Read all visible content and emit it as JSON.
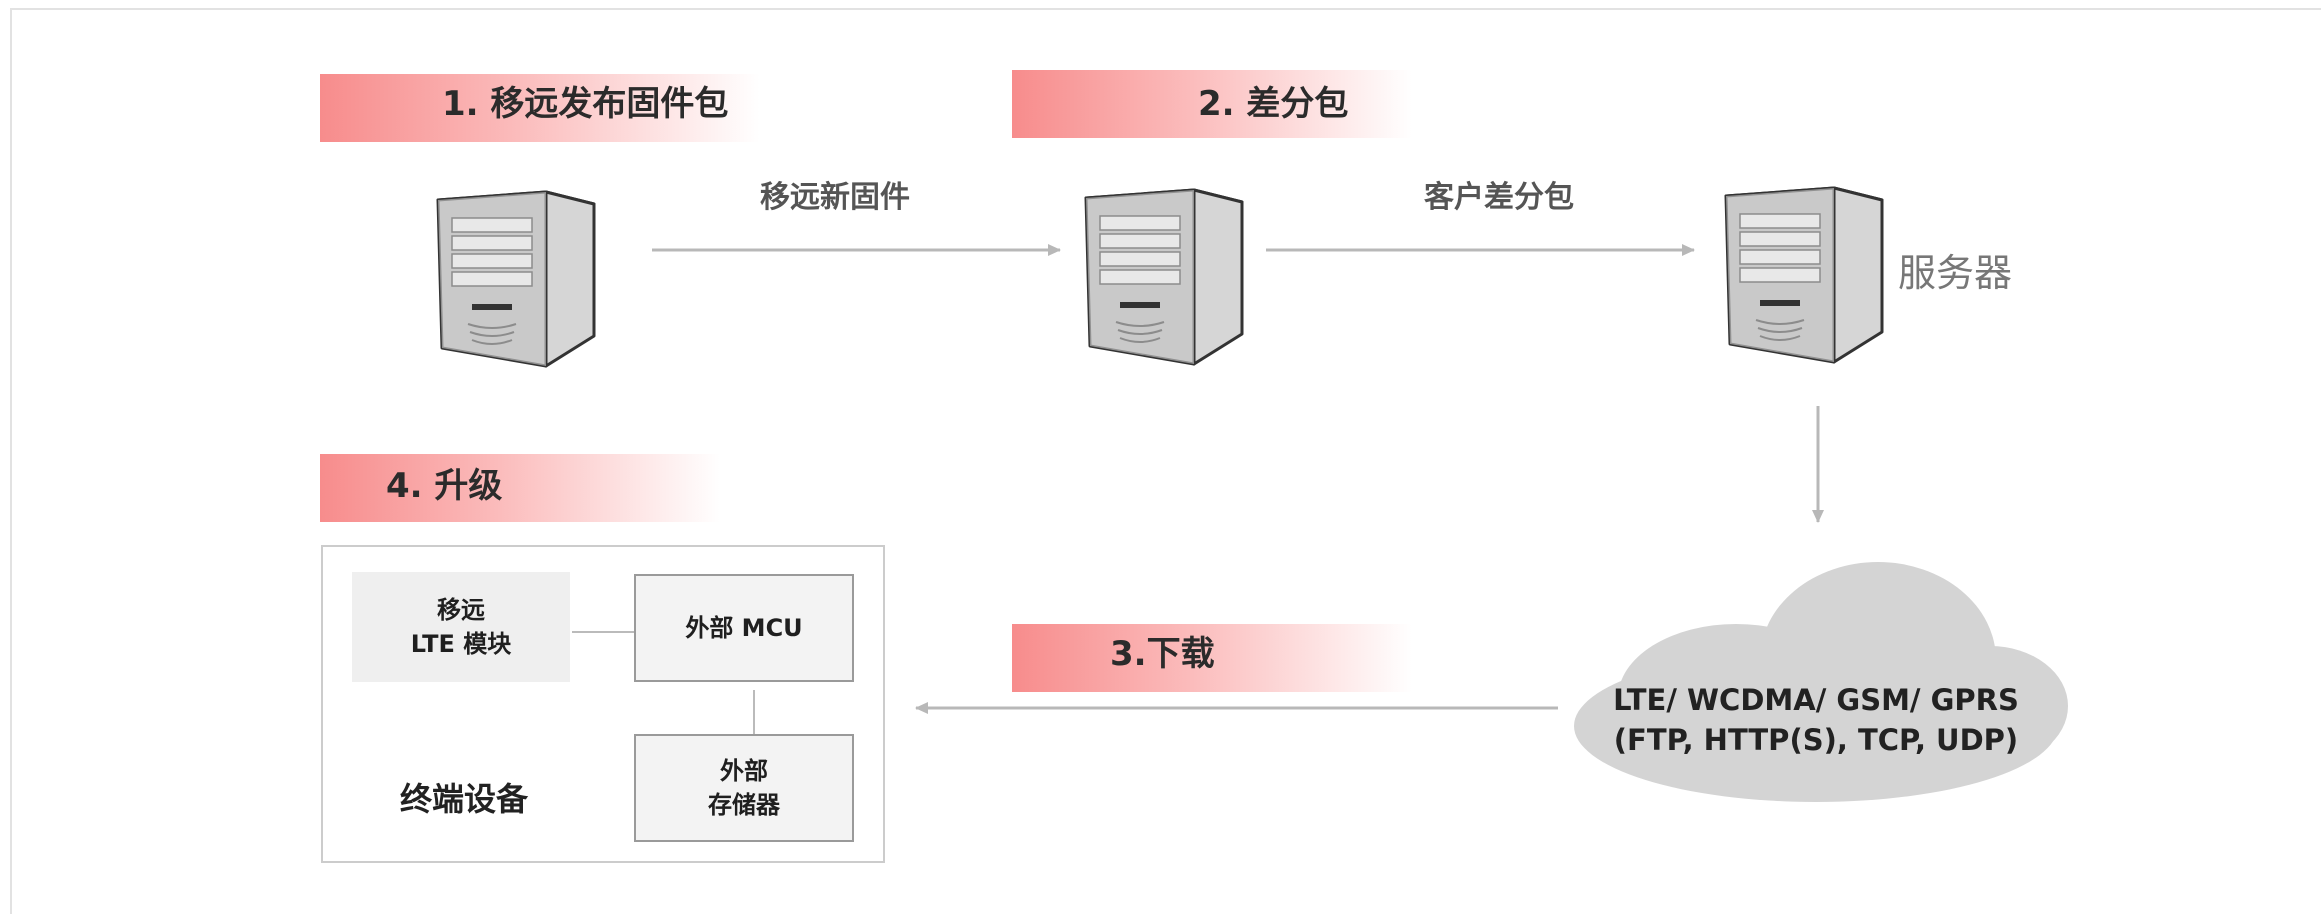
{
  "steps": {
    "step1": "1. 移远发布固件包",
    "step2": "2. 差分包",
    "step3": "3.下载",
    "step4": "4. 升级"
  },
  "arrows": {
    "firmware_label": "移远新固件",
    "delta_label": "客户差分包"
  },
  "server_label": "服务器",
  "cloud": {
    "line1": "LTE/ WCDMA/ GSM/ GPRS",
    "line2": "(FTP, HTTP(S), TCP, UDP)"
  },
  "device": {
    "title": "终端设备",
    "module_line1": "移远",
    "module_line2": "LTE 模块",
    "mcu": "外部 MCU",
    "storage_line1": "外部",
    "storage_line2": "存储器"
  },
  "colors": {
    "banner_accent": "#f78c8c",
    "arrow": "#b8b8b8",
    "cloud": "#d4d4d4"
  },
  "icons": {
    "server": "server-icon",
    "cloud": "cloud-icon"
  }
}
